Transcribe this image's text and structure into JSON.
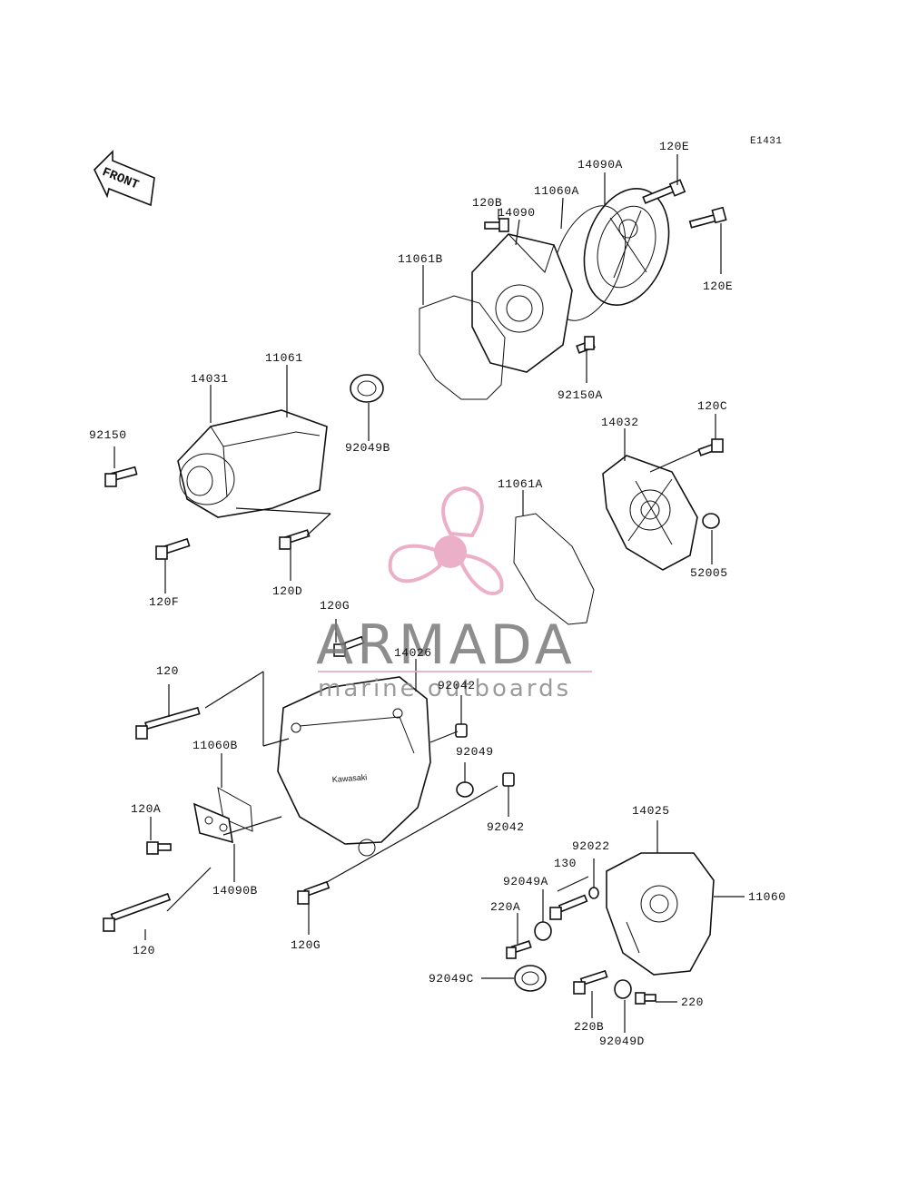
{
  "diagram_code": "E1431",
  "direction_label": "FRONT",
  "watermark": {
    "brand": "ARMADA",
    "tagline": "marine outboards"
  },
  "labels": {
    "p120e_top": "120E",
    "p14090a": "14090A",
    "p11060a": "11060A",
    "p14090": "14090",
    "p120b": "120B",
    "p11061b": "11061B",
    "p120e_right": "120E",
    "p92150a": "92150A",
    "p14031": "14031",
    "p11061": "11061",
    "p92150": "92150",
    "p92049b": "92049B",
    "p120c": "120C",
    "p14032": "14032",
    "p11061a": "11061A",
    "p52005": "52005",
    "p120f": "120F",
    "p120d": "120D",
    "p120g_top": "120G",
    "p14026": "14026",
    "p120_top": "120",
    "p92042_top": "92042",
    "p92049": "92049",
    "p11060b": "11060B",
    "p120a": "120A",
    "p92042_bot": "92042",
    "p14025": "14025",
    "p92022": "92022",
    "p130": "130",
    "p11060": "11060",
    "p92049a": "92049A",
    "p220a": "220A",
    "p14090b": "14090B",
    "p120_bot": "120",
    "p120g_bot": "120G",
    "p92049c": "92049C",
    "p220": "220",
    "p220b": "220B",
    "p92049d": "92049D"
  },
  "colors": {
    "line": "#111111",
    "logo_pink": "#e8a3bf",
    "logo_gray": "#7a7a7a"
  }
}
